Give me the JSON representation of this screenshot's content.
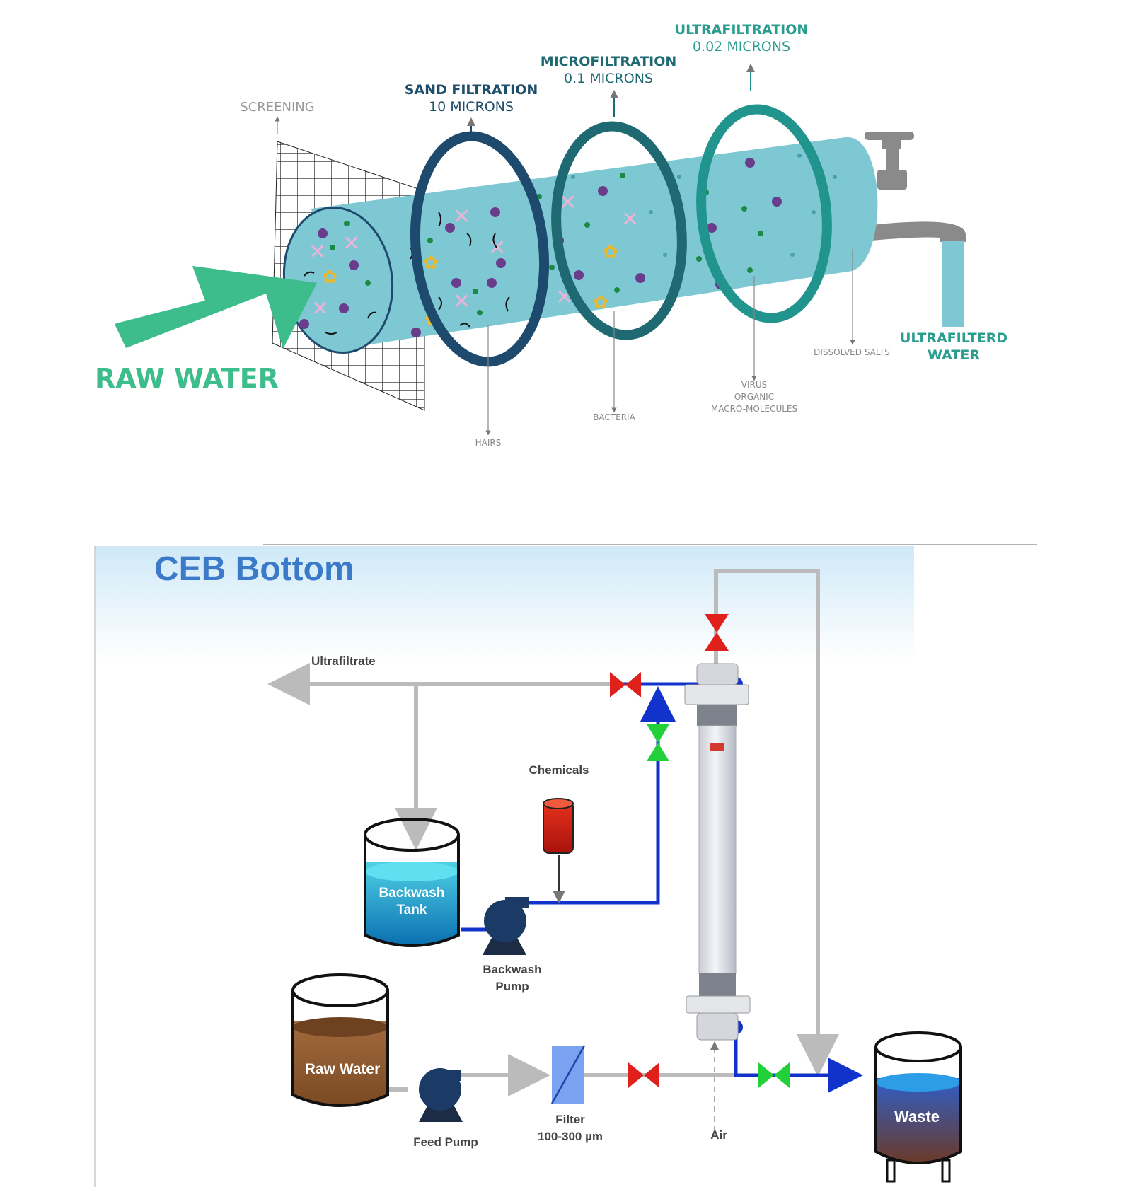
{
  "filtration": {
    "raw_water": "RAW WATER",
    "screening": "SCREENING",
    "sand": {
      "name": "SAND FILTRATION",
      "size": "10 MICRONS"
    },
    "micro": {
      "name": "MICROFILTRATION",
      "size": "0.1 MICRONS"
    },
    "ultra": {
      "name": "ULTRAFILTRATION",
      "size": "0.02 MICRONS"
    },
    "ultrafiltered": {
      "line1": "ULTRAFILTERD",
      "line2": "WATER"
    },
    "hairs": "HAIRS",
    "bacteria": "BACTERIA",
    "virus": {
      "line1": "VIRUS",
      "line2": "ORGANIC",
      "line3": "MACRO-MOLECULES"
    },
    "dissolved_salts": "DISSOLVED SALTS"
  },
  "ceb": {
    "title": "CEB Bottom",
    "ultrafiltrate": "Ultrafiltrate",
    "chemicals": "Chemicals",
    "backwash_tank": {
      "line1": "Backwash",
      "line2": "Tank"
    },
    "backwash_pump": {
      "line1": "Backwash",
      "line2": "Pump"
    },
    "raw_water_tank": "Raw Water",
    "feed_pump": "Feed Pump",
    "filter": {
      "line1": "Filter",
      "line2": "100-300 µm"
    },
    "air": "Air",
    "waste": "Waste"
  },
  "colors": {
    "raw_arrow": "#3dbd8c",
    "cylinder": "#7ec8d3",
    "ring_sand": "#1e4a6e",
    "ring_micro": "#1f6a72",
    "ring_ultra": "#22948e",
    "label_dark": "#1f4e6b",
    "label_teal": "#2a9d8f",
    "pipe_blue": "#1133cc",
    "pipe_gray": "#bbbbbb",
    "valve_red": "#e0201a",
    "valve_green": "#22d03a",
    "title_blue": "#3a7ac8"
  }
}
